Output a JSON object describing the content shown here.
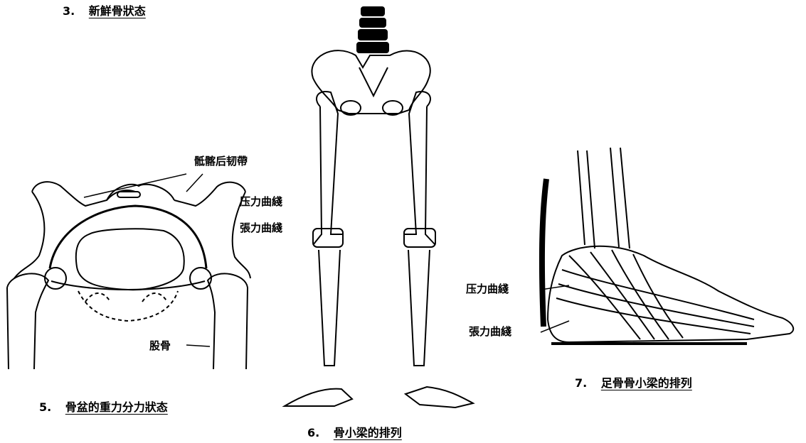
{
  "captions": {
    "fig3": {
      "num": "3.",
      "text": "新鮮骨狀态"
    },
    "fig5": {
      "num": "5.",
      "text": "骨盆的重力分力狀态"
    },
    "fig6": {
      "num": "6.",
      "text": "骨小梁的排列"
    },
    "fig7": {
      "num": "7.",
      "text": "足骨骨小梁的排列"
    }
  },
  "labels": {
    "sacroiliac": "骶髂后韧帶",
    "femur": "股骨",
    "leg_compression": "压力曲綫",
    "leg_tension": "張力曲綫",
    "foot_compression": "压力曲綫",
    "foot_tension": "張力曲綫"
  },
  "colors": {
    "ink": "#000000",
    "paper": "#ffffff"
  }
}
